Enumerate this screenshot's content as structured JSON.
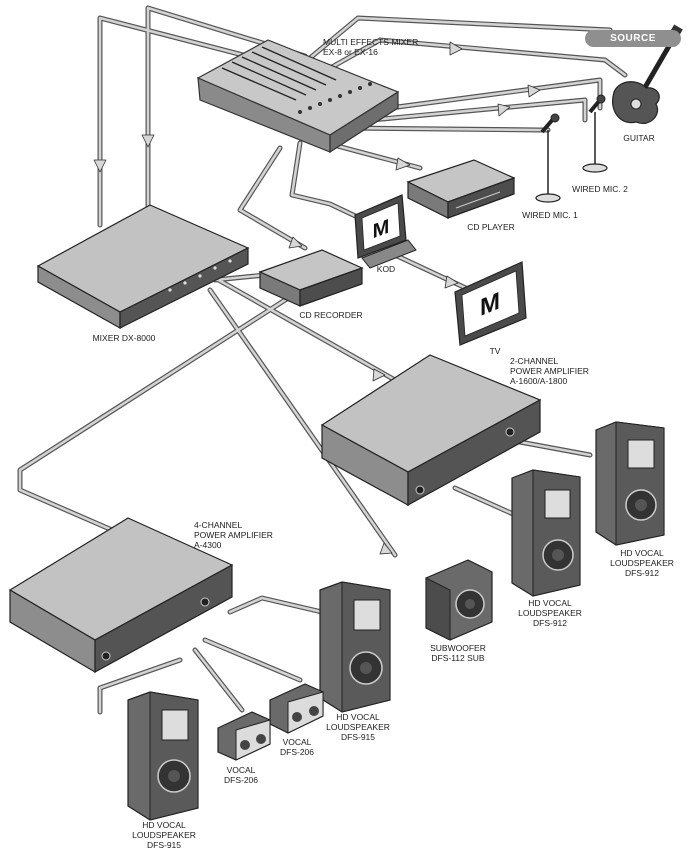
{
  "source_badge": "SOURCE",
  "devices": {
    "multi_effects_mixer": {
      "line1": "MULTI EFFECTS MIXER",
      "line2": "EX-8 or EX-16"
    },
    "guitar": {
      "label": "GUITAR"
    },
    "wired_mic_1": {
      "label": "WIRED MIC. 1"
    },
    "wired_mic_2": {
      "label": "WIRED MIC. 2"
    },
    "cd_player": {
      "label": "CD PLAYER"
    },
    "kod": {
      "label": "KOD"
    },
    "tv": {
      "label": "TV"
    },
    "cd_recorder": {
      "label": "CD RECORDER"
    },
    "mixer_dx": {
      "label": "MIXER DX-8000"
    },
    "amp_2ch": {
      "line1": "2-CHANNEL",
      "line2": "POWER AMPLIFIER",
      "line3": "A-1600/A-1800"
    },
    "amp_4ch": {
      "line1": "4-CHANNEL",
      "line2": "POWER AMPLIFIER",
      "line3": "A-4300"
    },
    "hd_912_right": {
      "line1": "HD VOCAL",
      "line2": "LOUDSPEAKER",
      "line3": "DFS-912"
    },
    "hd_912_left": {
      "line1": "HD VOCAL",
      "line2": "LOUDSPEAKER",
      "line3": "DFS-912"
    },
    "subwoofer": {
      "line1": "SUBWOOFER",
      "line2": "DFS-112 SUB"
    },
    "hd_915_mid": {
      "line1": "HD VOCAL",
      "line2": "LOUDSPEAKER",
      "line3": "DFS-915"
    },
    "vocal_206_right": {
      "line1": "VOCAL",
      "line2": "DFS-206"
    },
    "vocal_206_left": {
      "line1": "VOCAL",
      "line2": "DFS-206"
    },
    "hd_915_bottom": {
      "line1": "HD VOCAL",
      "line2": "LOUDSPEAKER",
      "line3": "DFS-915"
    }
  },
  "screen_logo": "M",
  "colors": {
    "cable": "#cfcfcf",
    "cable_edge": "#555555",
    "device_top": "#bdbdbd",
    "device_front": "#5e5e5e",
    "speaker_body": "#6a6a6a",
    "badge": "#8f8f8f"
  }
}
